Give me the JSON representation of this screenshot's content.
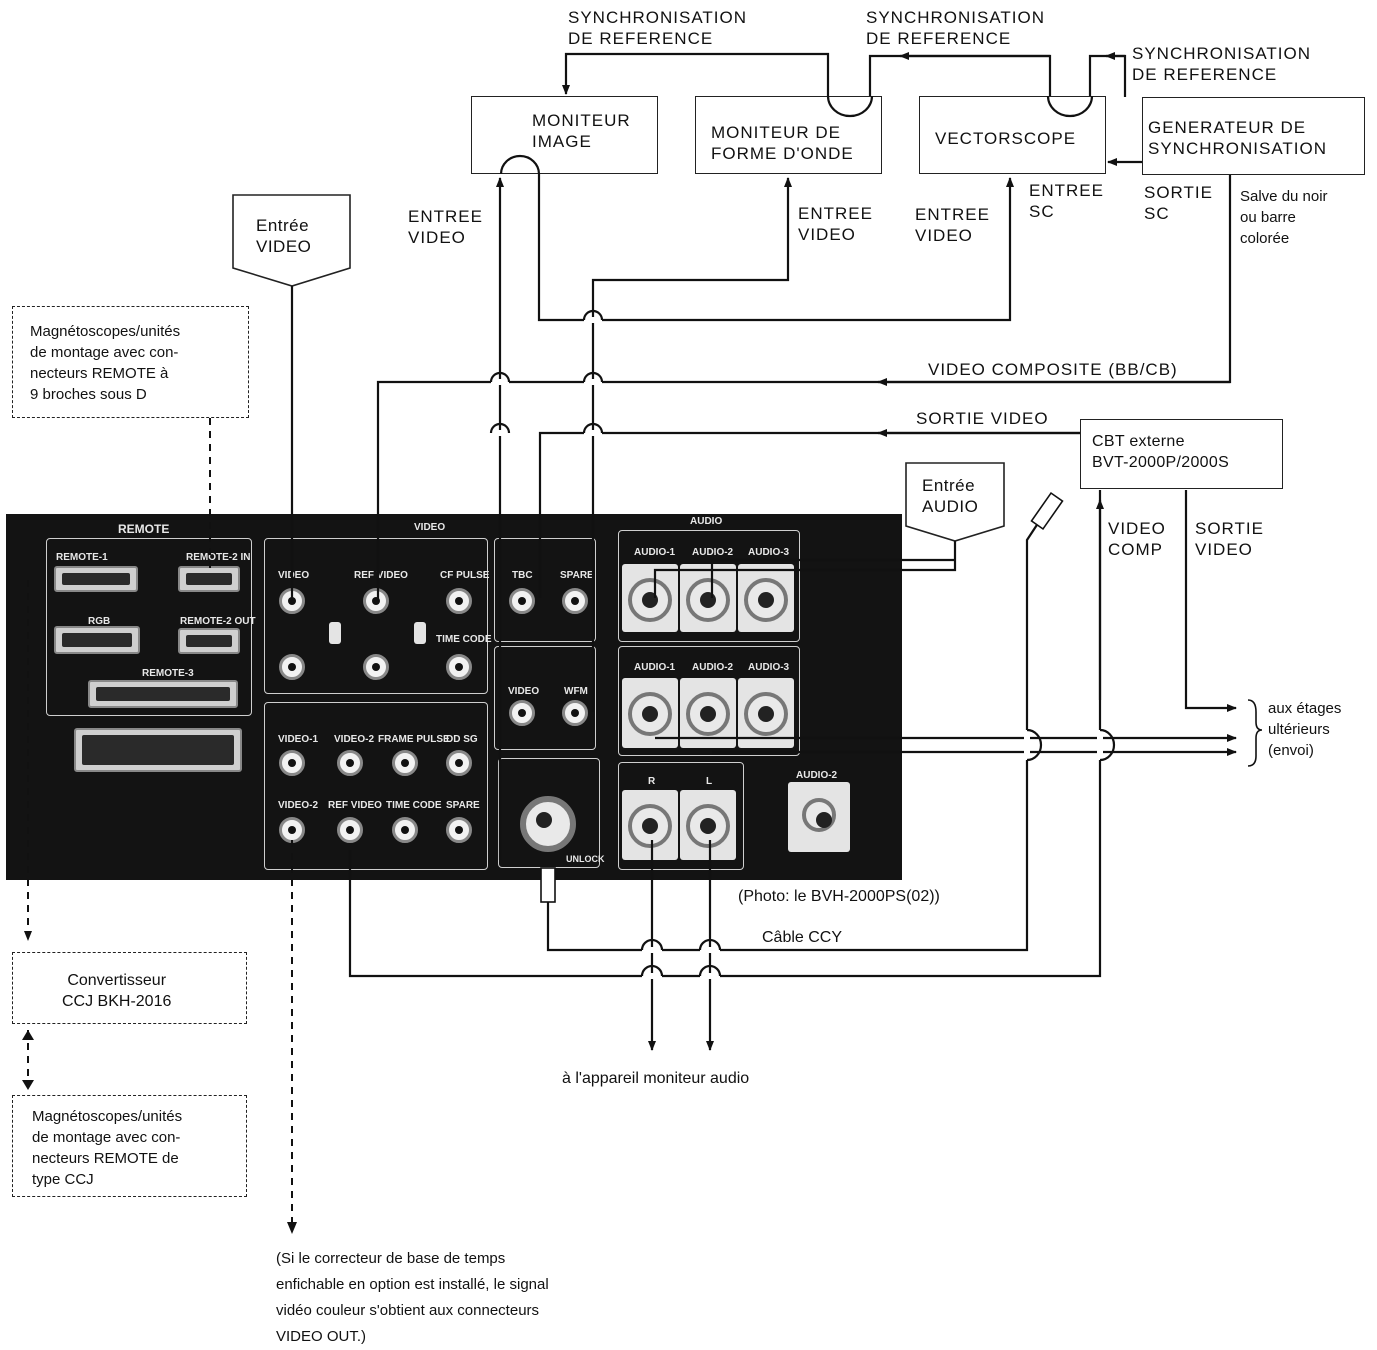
{
  "labels": {
    "sync_ref_1": "SYNCHRONISATION\nDE REFERENCE",
    "sync_ref_2": "SYNCHRONISATION\nDE REFERENCE",
    "sync_ref_3": "SYNCHRONISATION\nDE REFERENCE",
    "moniteur_image": "MONITEUR\nIMAGE",
    "moniteur_forme": "MONITEUR DE\nFORME D'ONDE",
    "vectorscope": "VECTORSCOPE",
    "generateur": "GENERATEUR DE\nSYNCHRONISATION",
    "entree_video_1": "ENTREE\nVIDEO",
    "entree_video_2": "ENTREE\nVIDEO",
    "entree_video_3": "ENTREE\nVIDEO",
    "entree_sc": "ENTREE\nSC",
    "sortie_sc": "SORTIE\nSC",
    "salve": "Salve du noir\nou barre\ncolorée",
    "entree_video_box": "Entrée\nVIDEO",
    "magneto_9": "Magnétoscopes/unités\nde montage avec con-\nnecteurs  REMOTE à\n9 broches sous D",
    "video_composite": "VIDEO COMPOSITE (BB/CB)",
    "sortie_video": "SORTIE VIDEO",
    "cbt": "CBT externe\nBVT-2000P/2000S",
    "entree_audio": "Entrée\nAUDIO",
    "video_comp": "VIDEO\nCOMP",
    "sortie_video_2": "SORTIE\nVIDEO",
    "aux_etages": "aux étages\nultérieurs\n(envoi)",
    "photo": "(Photo: le BVH-2000PS(02))",
    "cable_ccy": "Câble CCY",
    "convertisseur": "Convertisseur\nCCJ BKH-2016",
    "magneto_ccj": "Magnétoscopes/unités\nde montage avec con-\nnecteurs REMOTE de\ntype CCJ",
    "appareil_audio": "à l'appareil moniteur audio",
    "note": "(Si le correcteur de base de temps\nenfichable en option est installé, le signal\nvidéo couleur s'obtient aux connecteurs\nVIDEO OUT.)"
  },
  "panel": {
    "remote": "REMOTE",
    "remote1": "REMOTE-1",
    "remote2in": "REMOTE-2 IN",
    "rgb": "RGB",
    "remote2out": "REMOTE-2 OUT",
    "remote3": "REMOTE-3",
    "video": "VIDEO",
    "v_video": "VIDEO",
    "v_refvideo": "REF VIDEO",
    "v_cfpulse": "CF PULSE",
    "v_timecode": "TIME CODE",
    "tbc": "TBC",
    "spare": "SPARE",
    "wfm_video": "VIDEO",
    "wfm": "WFM",
    "video1": "VIDEO-1",
    "video2": "VIDEO-2",
    "framepulse": "FRAME PULSE",
    "ddsg": "DD SG",
    "video2b": "VIDEO-2",
    "refvideo": "REF VIDEO",
    "timecode": "TIME CODE",
    "spare2": "SPARE",
    "audio": "AUDIO",
    "audio1": "AUDIO-1",
    "audio2": "AUDIO-2",
    "audio3": "AUDIO-3",
    "r": "R",
    "l": "L",
    "audio2b": "AUDIO-2",
    "unlock": "UNLOCK"
  }
}
